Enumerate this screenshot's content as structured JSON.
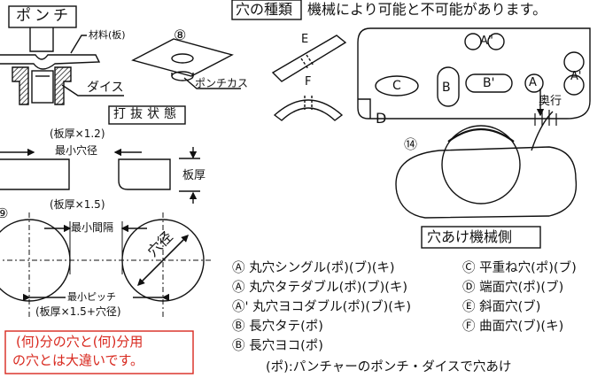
{
  "left": {
    "punch_label": "ポンチ",
    "material_label": "材料(板)",
    "num8": "⑧",
    "die_label": "ダイス",
    "punch_scrap_label": "ポンチカス",
    "state_label": "打抜状態",
    "thick_12": "(板厚×1.2)",
    "min_hole_dia": "最小穴径",
    "thickness_label": "板厚",
    "thick_15": "(板厚×1.5)",
    "num9": "⑨",
    "min_interval": "最小間隔",
    "hole_dia": "穴径",
    "min_pitch": "最小ピッチ",
    "pitch_formula": "(板厚×1.5+穴径)",
    "note_line1": "(何)分の穴と(何)分用",
    "note_line2": "の穴とは大違いです。"
  },
  "right": {
    "title_boxed": "穴の種類",
    "title_rest": "機械により可能と不可能があります。",
    "label_E": "E",
    "label_F": "F",
    "label_A2": "A\"",
    "label_C": "C",
    "label_B": "B",
    "label_B2": "B'",
    "label_A": "A",
    "label_A1": "A'",
    "label_D": "D",
    "depth_label": "奥行",
    "num14": "⑭",
    "machine_side": "穴あけ機械側"
  },
  "legend": {
    "items": [
      "Ⓐ 丸穴シングル(ポ)(ブ)(キ)",
      "Ⓐ 丸穴タテダブル(ポ)(ブ)(キ)",
      "Ⓐ' 丸穴ヨコダブル(ポ)(ブ)(キ)",
      "Ⓑ 長穴タテ(ポ)",
      "Ⓑ 長穴ヨコ(ポ)",
      "Ⓒ 平重ね穴(ポ)(ブ)",
      "Ⓓ 端面穴(ポ)(ブ)",
      "Ⓔ 斜面穴(ブ)",
      "Ⓕ 曲面穴(ブ)(キ)"
    ],
    "footnote": "(ポ):パンチャーのポンチ・ダイスで穴あけ"
  },
  "colors": {
    "ink": "#111111",
    "note_red": "#d8281e",
    "hatch": "#222222"
  }
}
